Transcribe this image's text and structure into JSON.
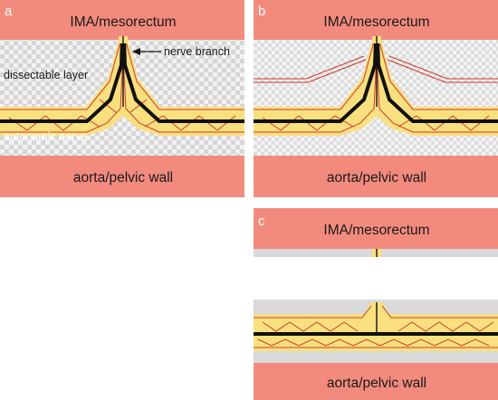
{
  "colors": {
    "tissue": "#f28b7d",
    "fat": "#f9e07f",
    "gray": "#d9d9d9",
    "nerve": "#111111",
    "vessel": "#cc3b2c",
    "white": "#ffffff"
  },
  "panels": {
    "a": {
      "letter": "a",
      "top_label": "IMA/mesorectum",
      "bottom_label": "aorta/pelvic wall",
      "nerve_branch_label": "nerve branch",
      "dissectable_label": "dissectable layer",
      "autonomic_label": "autonomic nerve"
    },
    "b": {
      "letter": "b",
      "top_label": "IMA/mesorectum",
      "bottom_label": "aorta/pelvic wall"
    },
    "c": {
      "letter": "c",
      "top_label": "IMA/mesorectum",
      "bottom_label": "aorta/pelvic wall"
    }
  }
}
